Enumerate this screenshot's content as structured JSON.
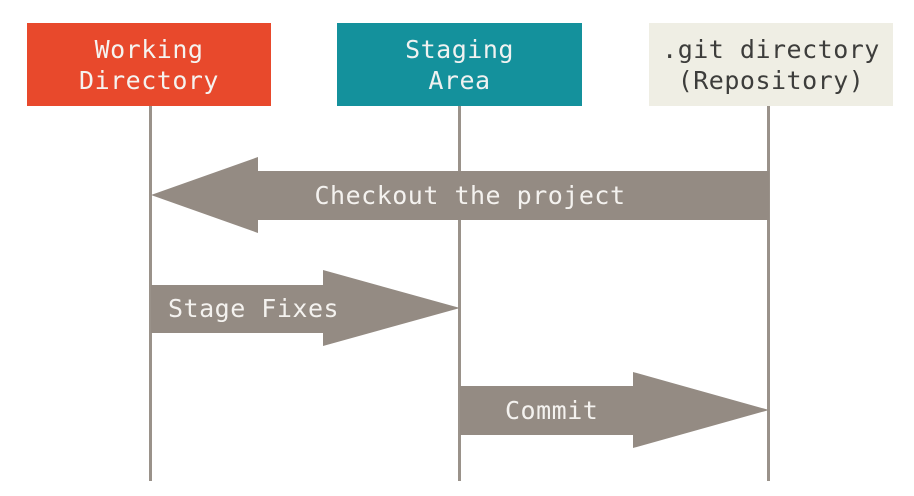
{
  "diagram_title": "git areas sequence diagram",
  "boxes": [
    {
      "id": "working-directory",
      "label": "Working\nDirectory",
      "bg": "#E8492C",
      "fg": "#F5F3F0"
    },
    {
      "id": "staging-area",
      "label": "Staging\nArea",
      "bg": "#14919C",
      "fg": "#F0F2F1"
    },
    {
      "id": "git-directory",
      "label": ".git directory\n(Repository)",
      "bg": "#EFEEE4",
      "fg": "#3D3D3B"
    }
  ],
  "arrows": [
    {
      "id": "checkout",
      "label": "Checkout the project",
      "direction": "left",
      "from": "git-directory",
      "to": "working-directory"
    },
    {
      "id": "stage-fixes",
      "label": "Stage Fixes",
      "direction": "right",
      "from": "working-directory",
      "to": "staging-area"
    },
    {
      "id": "commit",
      "label": "Commit",
      "direction": "right",
      "from": "staging-area",
      "to": "git-directory"
    }
  ],
  "colors": {
    "arrow": "#948B83",
    "arrow_label": "#F4F2EF",
    "lifeline": "#9A928A",
    "background": "#FFFFFF"
  }
}
